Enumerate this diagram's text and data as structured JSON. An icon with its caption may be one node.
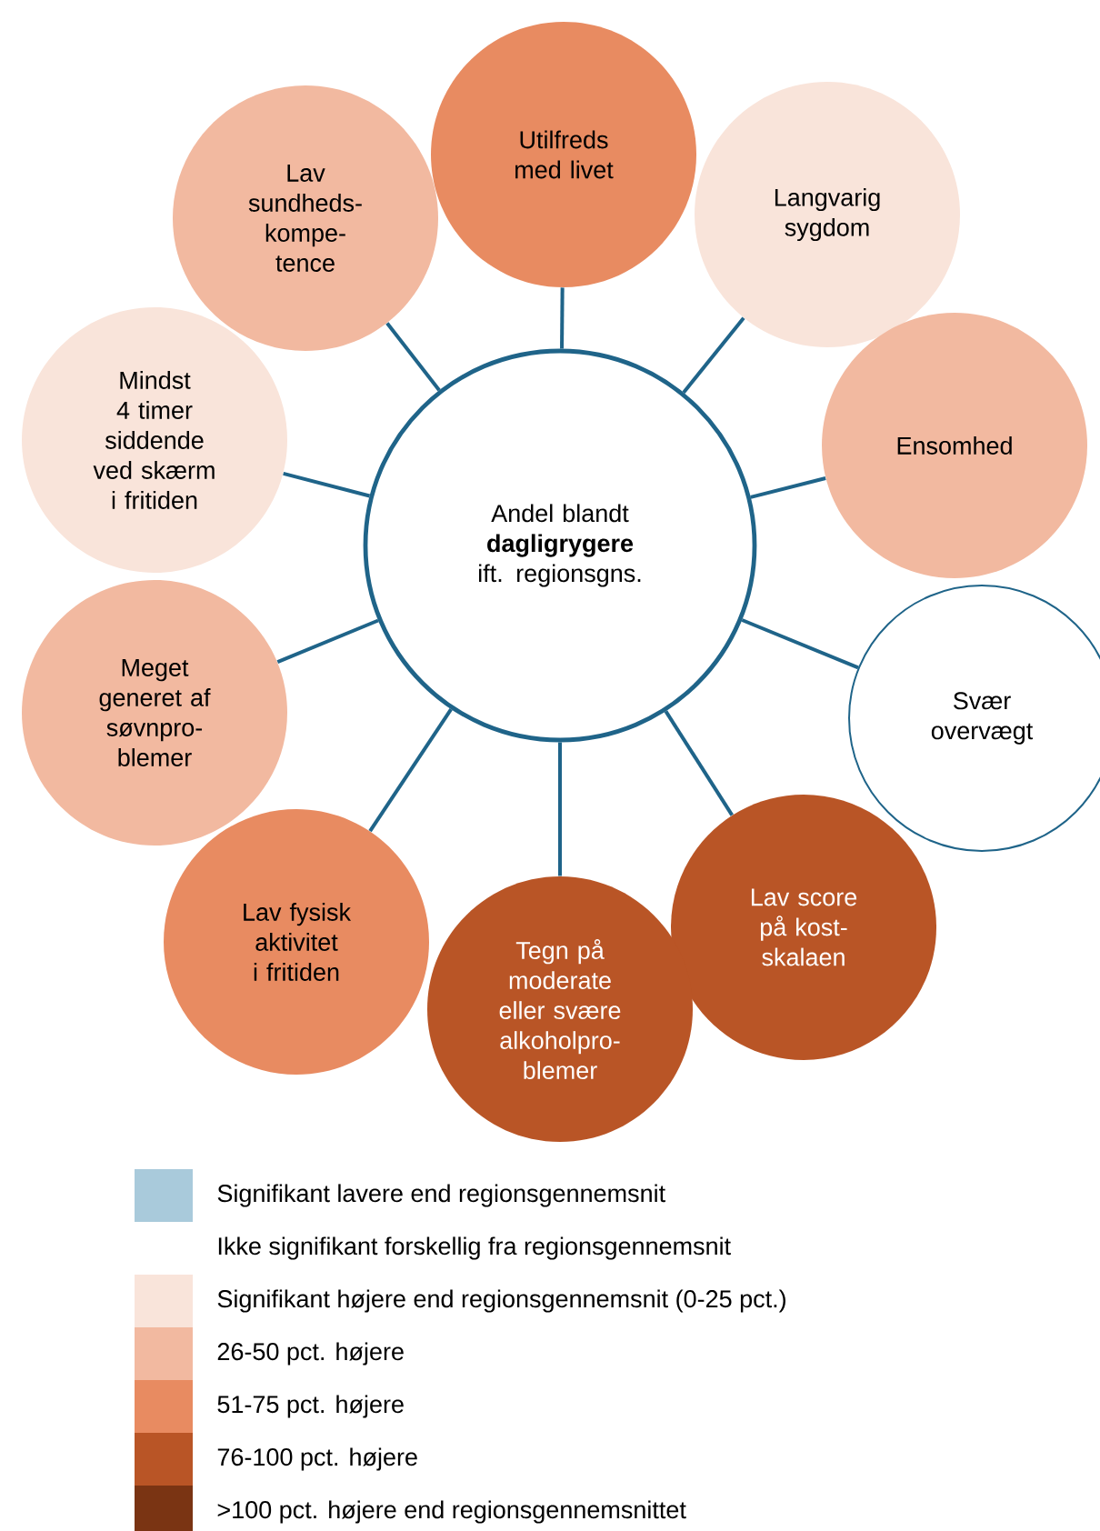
{
  "diagram": {
    "nodes": [
      {
        "text": [
          "Andel blandt **dagligrygere** ift. regionsgns."
        ]
      },
      {
        "text": [
          "Utilfreds med livet"
        ]
      },
      {
        "text": [
          "Langvarig sygdom"
        ]
      },
      {
        "text": [
          "Ensomhed"
        ]
      },
      {
        "text": [
          "Svær overvægt"
        ]
      },
      {
        "text": [
          "Lav score på kost- skalaen"
        ]
      },
      {
        "text": [
          "Tegn på moderate eller svære alkoholpro- blemer"
        ]
      },
      {
        "text": [
          "Lav fysisk aktivitet i fritiden"
        ]
      },
      {
        "text": [
          "Meget generet af søvnpro- blemer"
        ]
      },
      {
        "text": [
          "Mindst 4 timer siddende ved skærm i fritiden"
        ]
      },
      {
        "text": [
          "Lav sundheds- kompe- tence"
        ]
      }
    ],
    "edges": [
      {
        "from": 0,
        "to": 1,
        "arrow": "none"
      },
      {
        "from": 0,
        "to": 2,
        "arrow": "none"
      },
      {
        "from": 0,
        "to": 3,
        "arrow": "none"
      },
      {
        "from": 0,
        "to": 4,
        "arrow": "none"
      },
      {
        "from": 0,
        "to": 5,
        "arrow": "none"
      },
      {
        "from": 0,
        "to": 6,
        "arrow": "none"
      },
      {
        "from": 0,
        "to": 7,
        "arrow": "none"
      },
      {
        "from": 0,
        "to": 8,
        "arrow": "none"
      },
      {
        "from": 0,
        "to": 9,
        "arrow": "none"
      },
      {
        "from": 0,
        "to": 10,
        "arrow": "none"
      }
    ],
    "legend": [
      {
        "text": "Signifikant lavere end regionsgennemsnit",
        "color": "#a9cadb"
      },
      {
        "text": "Ikke signifikant forskellig fra regionsgennemsnit"
      },
      {
        "text": "Signifikant højere end regionsgennemsnit (0-25 pct.)",
        "color": "#f9e4da"
      },
      {
        "text": "26-50 pct. højere",
        "color": "#f2b9a0"
      },
      {
        "text": "51-75 pct. højere",
        "color": "#e88b61"
      },
      {
        "text": "76-100 pct. højere",
        "color": "#b95526"
      },
      {
        "text": ">100 pct. højere end regionsgennemsnittet",
        "color": "#7a3413"
      }
    ]
  }
}
